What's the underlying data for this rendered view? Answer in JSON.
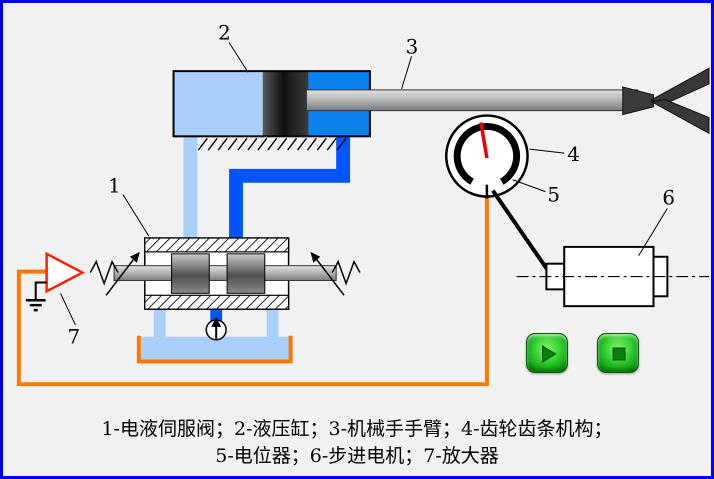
{
  "window": {
    "frame_color": "#0000ee",
    "background": "#f1f1f1"
  },
  "diagram": {
    "part_labels": {
      "n1": "1",
      "n2": "2",
      "n3": "3",
      "n4": "4",
      "n5": "5",
      "n6": "6",
      "n7": "7"
    }
  },
  "caption": {
    "line1": "1-电液伺服阀；2-液压缸；3-机械手手臂；4-齿轮齿条机构；",
    "line2": "5-电位器；6-步进电机；7-放大器"
  },
  "controls": {
    "play": {
      "icon": "play-icon"
    },
    "stop": {
      "icon": "stop-icon"
    }
  },
  "colors": {
    "fluid_return_light_blue": "#a8d0f8",
    "fluid_pressurized_blue": "#0b82f0",
    "pipe_dark_blue": "#0055ff",
    "signal_wire_orange": "#ff7700",
    "needle_red": "#e80000",
    "amplifier_outline_red": "#ff2200",
    "button_green": "#22bb22"
  }
}
